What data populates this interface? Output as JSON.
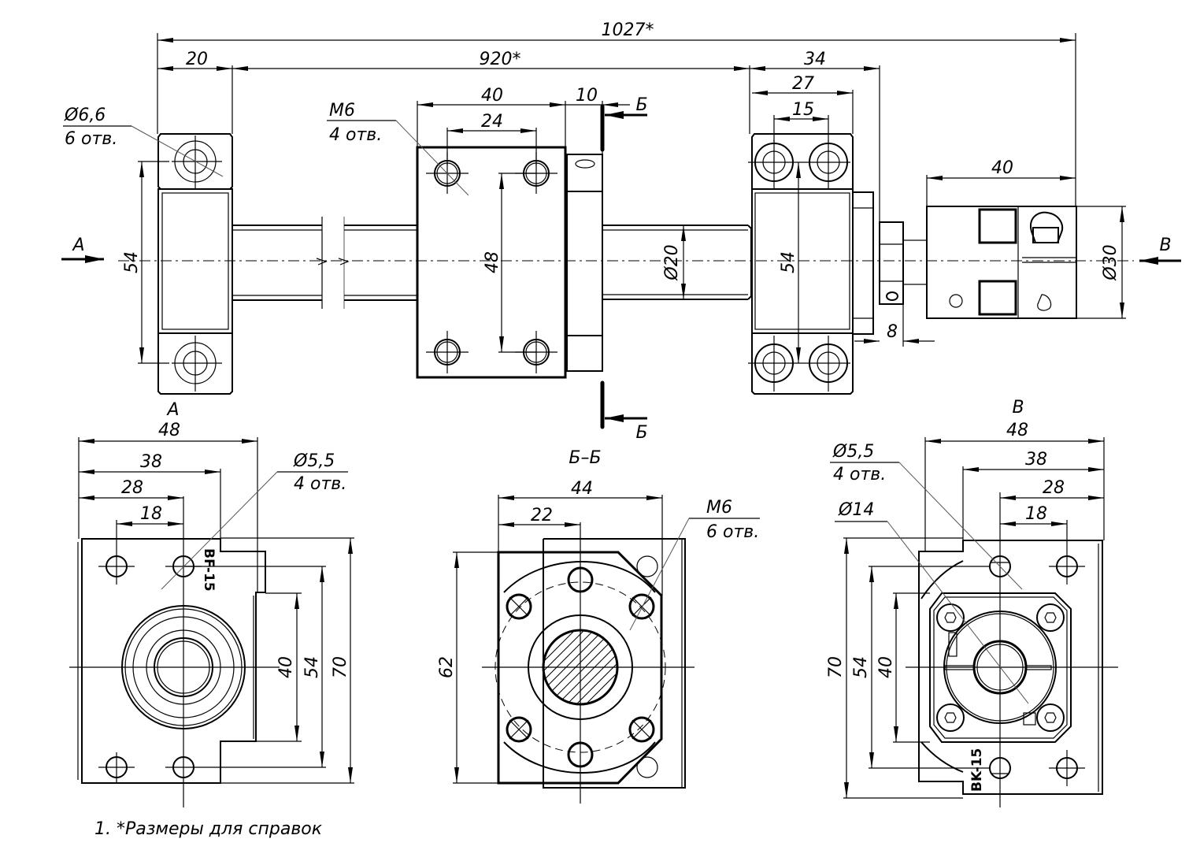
{
  "drawing": {
    "title": "Ball screw assembly drawing with BK-15 / BF-15 supports",
    "line_color": "#000000",
    "background": "#ffffff"
  },
  "main_view": {
    "dims": {
      "overall_length": "1027*",
      "screw_length": "920*",
      "left_support_width": "20",
      "nut_length": "40",
      "nut_hole_spacing": "24",
      "nut_flange": "10",
      "right_support_total": "34",
      "right_support_width": "27",
      "right_hole_spacing": "15",
      "coupling_length": "40",
      "left_support_height": "54",
      "nut_vertical_spacing": "48",
      "shaft_diameter": "Ø20",
      "right_support_height": "54",
      "coupling_diameter": "Ø30",
      "locknut_offset": "8"
    },
    "callouts": {
      "left_holes_size": "Ø6,6",
      "left_holes_count": "6 отв.",
      "nut_holes_size": "M6",
      "nut_holes_count": "4 отв."
    },
    "view_markers": {
      "view_a": "A",
      "view_v": "B",
      "section_top": "Б",
      "section_bottom": "Б"
    }
  },
  "view_a": {
    "title": "A",
    "part_label": "BF-15",
    "dims": {
      "w48": "48",
      "w38": "38",
      "w28": "28",
      "w18": "18",
      "h40": "40",
      "h54": "54",
      "h70": "70"
    },
    "callout_size": "Ø5,5",
    "callout_count": "4 отв."
  },
  "section_bb": {
    "title": "Б–Б",
    "dims": {
      "w44": "44",
      "w22": "22",
      "h62": "62"
    },
    "callout_size": "M6",
    "callout_count": "6 отв."
  },
  "view_v": {
    "title": "B",
    "part_label": "BK-15",
    "dims": {
      "w48": "48",
      "w38": "38",
      "w28": "28",
      "w18": "18",
      "h70": "70",
      "h54": "54",
      "h40": "40"
    },
    "callout_size": "Ø5,5",
    "callout_count": "4 отв.",
    "bore_callout": "Ø14"
  },
  "notes": {
    "note1": "1. *Размеры для справок"
  }
}
